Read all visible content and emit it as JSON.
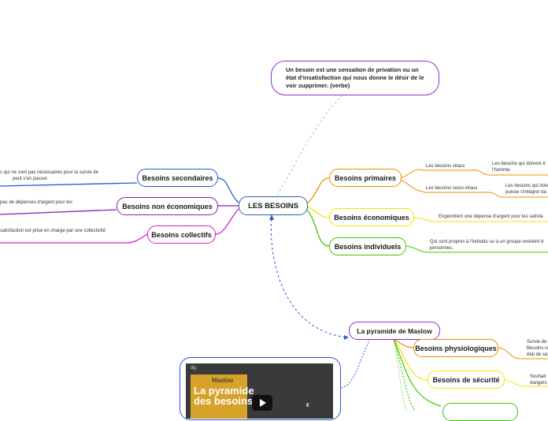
{
  "colors": {
    "center": "#2d5fa8",
    "primaires": "#f08c00",
    "economiques": "#f2e600",
    "individuels": "#3cc800",
    "secondaires": "#2859d6",
    "non_economiques": "#8a1fb4",
    "collectifs": "#d61fc3",
    "definition": "#8e2ed1",
    "maslow_link": "#2859d6",
    "physio": "#f08c00",
    "securite": "#f2e600"
  },
  "center": {
    "label": "LES BESOINS"
  },
  "definition": {
    "text": "Un besoin est une sensation de privation ou un état d'insatisfaction qui nous donne le désir de le voir supprimer. (verbe)"
  },
  "right": {
    "primaires": {
      "label": "Besoins primaires",
      "sub": [
        {
          "label": "Les besoins vitaux",
          "detail_line1": "Les besoins qui doivent ê",
          "detail_line2": "l'homme."
        },
        {
          "label": "Les besoins socio-vitaux",
          "detail_line1": "Les besoins qui doiv",
          "detail_line2": "puisse s'intégrer da"
        }
      ]
    },
    "economiques": {
      "label": "Besoins économiques",
      "detail": "Engendrent une dépense d'argent pour les satisfa"
    },
    "individuels": {
      "label": "Besoins individuels",
      "detail_line1": "Qui sont propres à l'individu ou à un groupe restreint d",
      "detail_line2": "personnes."
    }
  },
  "left": {
    "secondaires": {
      "label": "Besoins secondaires",
      "detail_line1": "s qui ne sont pas nécessaires pour la survie de",
      "detail_line2": "peut s'en passer."
    },
    "non_economiques": {
      "label": "Besoins non économiques",
      "detail": "pas de dépenses d'argent pour les"
    },
    "collectifs": {
      "label": "Besoins collectifs",
      "detail": "satisfaction est prise en charge par une collectivité"
    }
  },
  "maslow": {
    "label": "La pyramide de Maslow",
    "physiologiques": {
      "label": "Besoins physiologiques",
      "detail_line1": "Survie de",
      "detail_line2": "Besoins co",
      "detail_line3": "état de sa"
    },
    "securite": {
      "label": "Besoins de sécurité",
      "detail_line1": "Souhait",
      "detail_line2": "dangers"
    }
  },
  "video": {
    "channel": "dg",
    "top_title": "Maslow",
    "big_title": "La pyramide des besoins"
  }
}
